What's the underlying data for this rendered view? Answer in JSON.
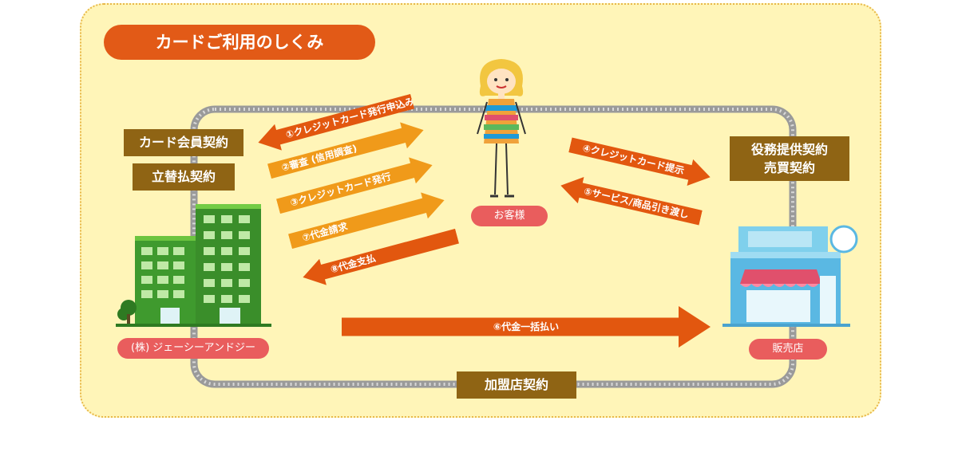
{
  "title": "カードご利用のしくみ",
  "labels": {
    "card_member": "カード会員契約",
    "advance_payment": "立替払契約",
    "service_contract_line1": "役務提供契約",
    "service_contract_line2": "売買契約",
    "merchant_contract": "加盟店契約"
  },
  "parties": {
    "company": "(株) ジェーシーアンドジー",
    "customer": "お客様",
    "store": "販売店"
  },
  "arrows": {
    "a1": "①クレジットカード発行申込み",
    "a2": "②審査 (信用調査)",
    "a3": "③クレジットカード発行",
    "a7": "⑦代金請求",
    "a8": "⑧代金支払",
    "a4": "④クレジットカード提示",
    "a5": "⑤サービス/商品引き渡し",
    "a6": "⑥代金一括払い"
  },
  "colors": {
    "dark_arrow": "#e2570f",
    "light_arrow": "#f09a1a",
    "label_brown": "#8f6414",
    "pill_red": "#e95d5d"
  }
}
